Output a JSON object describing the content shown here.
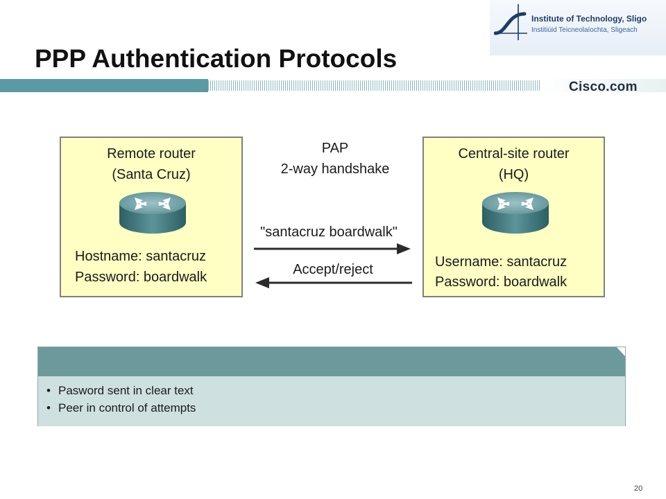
{
  "header": {
    "institute_name": "Institute of Technology, Sligo",
    "institute_name_irish": "Institiúid Teicneolaíochta, Sligeach",
    "brand": "Cisco.com"
  },
  "slide": {
    "title": "PPP Authentication Protocols",
    "page_number": "20"
  },
  "diagram": {
    "left_router": {
      "title": "Remote router",
      "location": "(Santa Cruz)",
      "hostname": "Hostname: santacruz",
      "password": "Password: boardwalk"
    },
    "right_router": {
      "title": "Central-site router",
      "location": "(HQ)",
      "username": "Username: santacruz",
      "password": "Password: boardwalk"
    },
    "protocol": {
      "name": "PAP",
      "handshake": "2-way handshake"
    },
    "messages": {
      "request": "\"santacruz boardwalk\"",
      "response": "Accept/reject"
    }
  },
  "notes": {
    "items": [
      "Pasword sent in clear text",
      "Peer in control of attempts"
    ]
  },
  "colors": {
    "router_box": "#ffffc4",
    "accent_teal": "#5a9aa4",
    "panel_header": "#6c9a9c",
    "panel_body": "#cfe0e0"
  }
}
